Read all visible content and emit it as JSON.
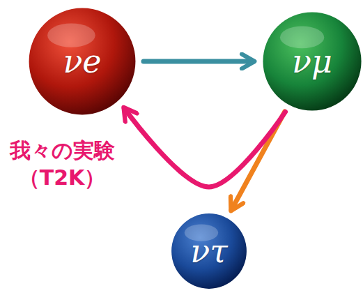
{
  "diagram": {
    "nodes": [
      {
        "text": [
          "νe"
        ]
      },
      {
        "text": [
          "νμ"
        ]
      },
      {
        "text": [
          "ντ"
        ]
      }
    ],
    "edges": [
      {
        "from": 0,
        "to": 1,
        "arrow": "to"
      },
      {
        "from": 1,
        "to": 2,
        "arrow": "to"
      },
      {
        "from": 1,
        "to": 0,
        "arrow": "to",
        "label": "我々の実験 （T2K）"
      }
    ]
  }
}
